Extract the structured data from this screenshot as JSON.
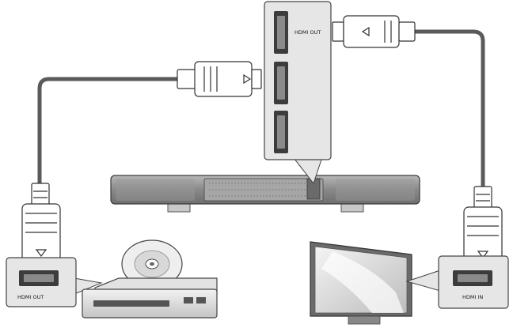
{
  "labels": {
    "soundbar_port": "HDMI OUT",
    "player_port": "HDMI OUT",
    "tv_port": "HDMI IN"
  },
  "colors": {
    "cable": "#5a5a5a",
    "connector_fill": "#ffffff",
    "panel_fill": "#e6e6e6",
    "port_fill": "#3c3c3c",
    "device_fill": "#d0d0d0"
  },
  "icons": {
    "connector_arrow": "triangle-arrow",
    "disc": "optical-disc"
  }
}
